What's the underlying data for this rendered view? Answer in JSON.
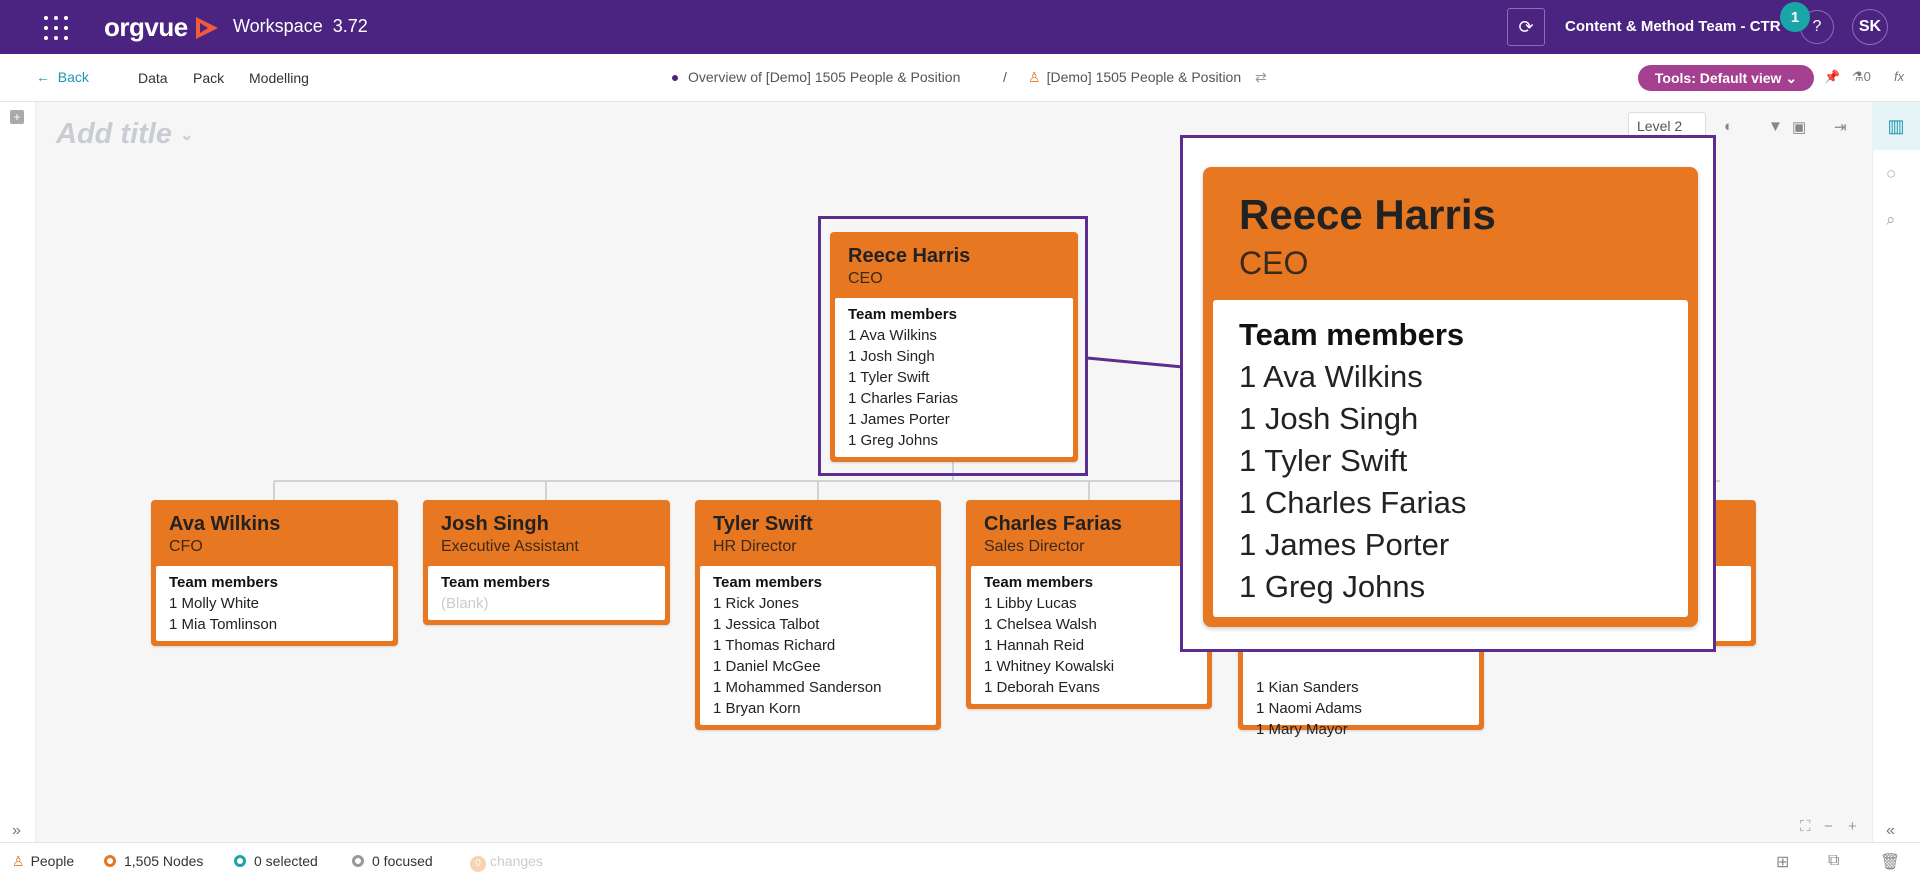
{
  "header": {
    "logo": "orgvue",
    "workspace_label": "Workspace",
    "workspace_version": "3.72",
    "team_label": "Content & Method Team - CTR",
    "notification_count": "1",
    "help_label": "?",
    "avatar_initials": "SK",
    "refresh_icon": "refresh-icon"
  },
  "nav": {
    "back_label": "Back",
    "menu": [
      "Data",
      "Pack",
      "Modelling"
    ],
    "breadcrumb_1": "Overview of [Demo] 1505 People & Position",
    "breadcrumb_sep": "/",
    "breadcrumb_2": "[Demo] 1505 People & Position",
    "tools_label": "Tools: Default view",
    "flask_count": "0",
    "fx_label": "fx"
  },
  "canvas": {
    "add_title_placeholder": "Add title",
    "level_select": "Level 2"
  },
  "colors": {
    "brand_purple": "#4b2380",
    "card_orange": "#e87722",
    "tools_magenta": "#a53f8f",
    "teal": "#1aa6a6"
  },
  "org": {
    "root": {
      "name": "Reece Harris",
      "role": "CEO",
      "members_header": "Team members",
      "members": [
        "1 Ava Wilkins",
        "1 Josh Singh",
        "1 Tyler Swift",
        "1 Charles Farias",
        "1 James Porter",
        "1 Greg Johns"
      ]
    },
    "children": [
      {
        "name": "Ava Wilkins",
        "role": "CFO",
        "members_header": "Team members",
        "members": [
          "1 Molly White",
          "1 Mia Tomlinson"
        ]
      },
      {
        "name": "Josh Singh",
        "role": "Executive Assistant",
        "members_header": "Team members",
        "blank_label": "(Blank)",
        "members": []
      },
      {
        "name": "Tyler Swift",
        "role": "HR Director",
        "members_header": "Team members",
        "members": [
          "1 Rick Jones",
          "1 Jessica Talbot",
          "1 Thomas Richard",
          "1 Daniel McGee",
          "1 Mohammed Sanderson",
          "1 Bryan Korn"
        ]
      },
      {
        "name": "Charles Farias",
        "role": "Sales Director",
        "members_header": "Team members",
        "members": [
          "1 Libby Lucas",
          "1 Chelsea Walsh",
          "1 Hannah Reid",
          "1 Whitney Kowalski",
          "1 Deborah Evans"
        ]
      },
      {
        "members": [
          "1 Kian Sanders",
          "1 Naomi Adams",
          "1 Mary Mayor"
        ]
      }
    ]
  },
  "status": {
    "entity": "People",
    "nodes": "1,505 Nodes",
    "selected": "0 selected",
    "focused": "0 focused",
    "changes_count": "0",
    "changes_label": "changes"
  }
}
